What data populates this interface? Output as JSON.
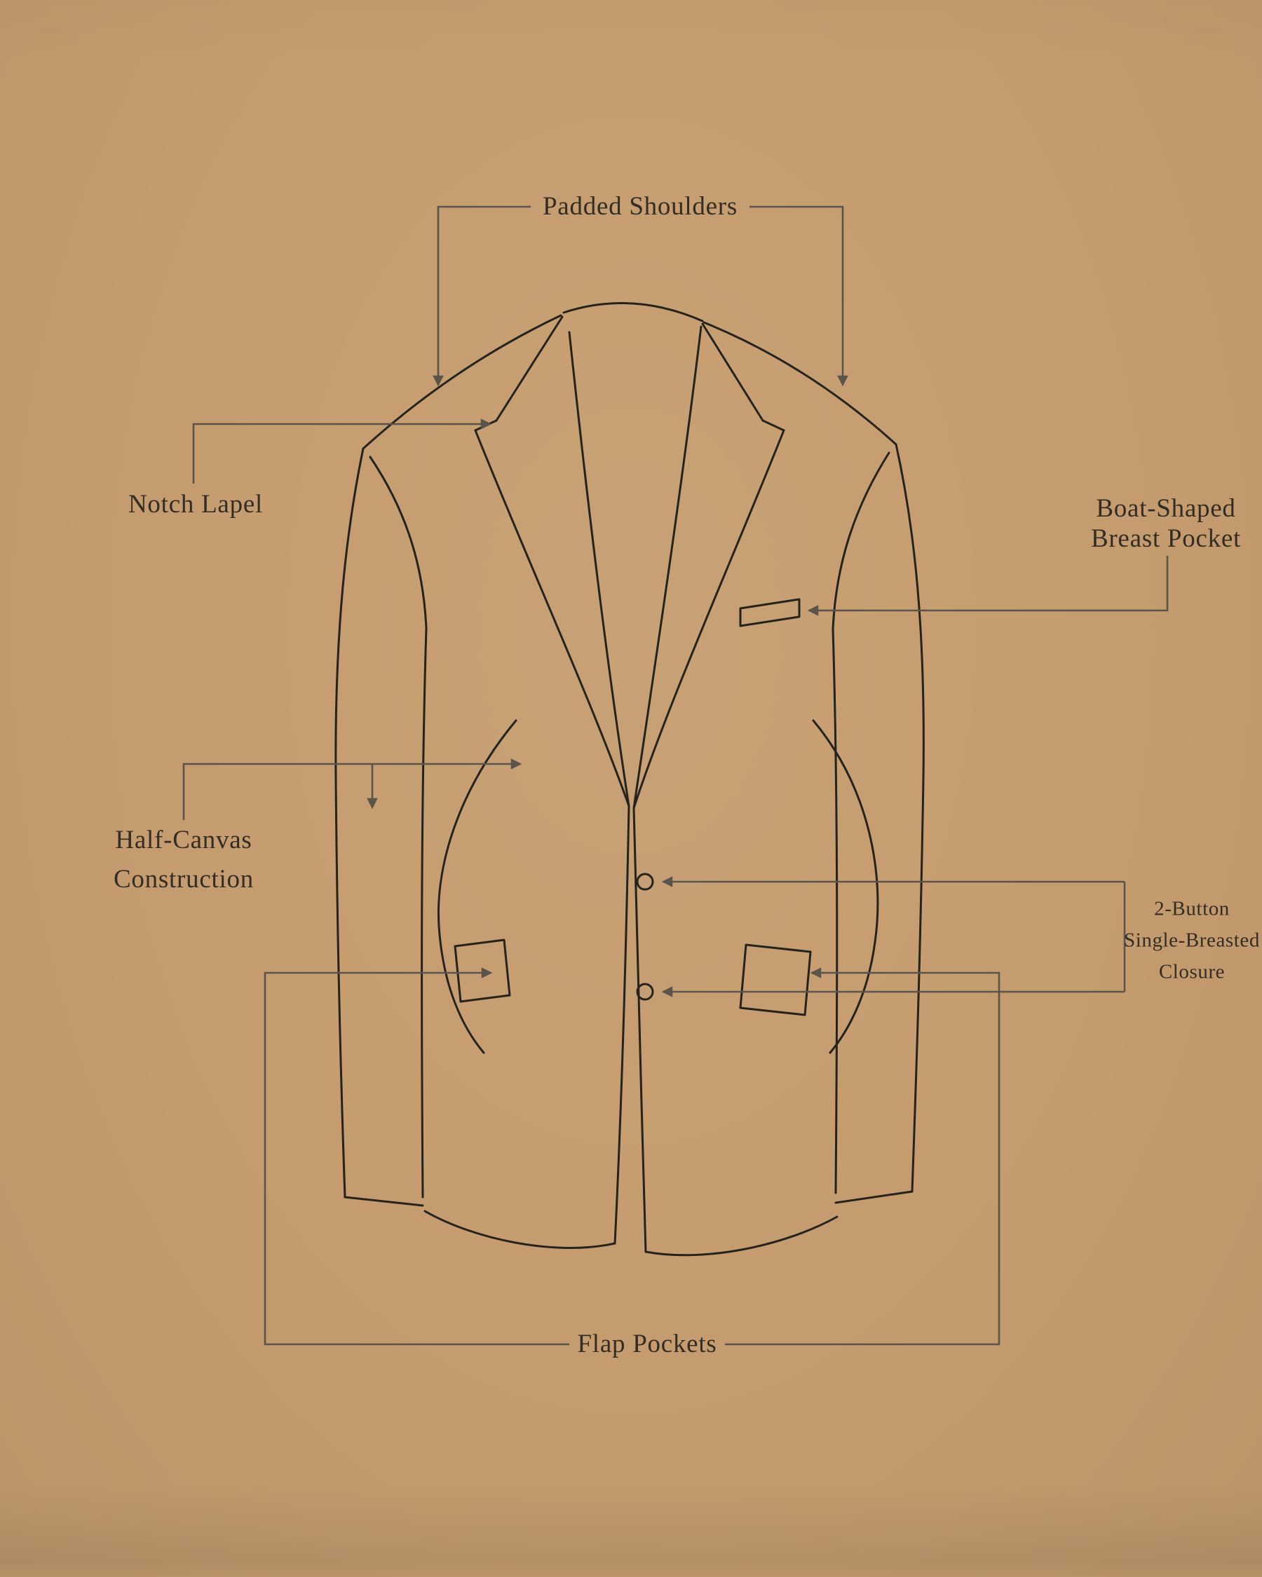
{
  "labels": {
    "padded_shoulders": {
      "text": "Padded Shoulders"
    },
    "notch_lapel": {
      "text": "Notch Lapel"
    },
    "breast_pocket": {
      "line1": "Boat-Shaped",
      "line2": "Breast Pocket"
    },
    "half_canvas": {
      "line1": "Half-Canvas",
      "line2": "Construction"
    },
    "two_button": {
      "line1": "2-Button",
      "line2": "Single-Breasted",
      "line3": "Closure"
    },
    "flap_pockets": {
      "text": "Flap Pockets"
    }
  },
  "colors": {
    "background": "#c59c6f",
    "jacket_line": "#26221c",
    "leader_line": "#5b544a",
    "label_text": "#332d24"
  }
}
